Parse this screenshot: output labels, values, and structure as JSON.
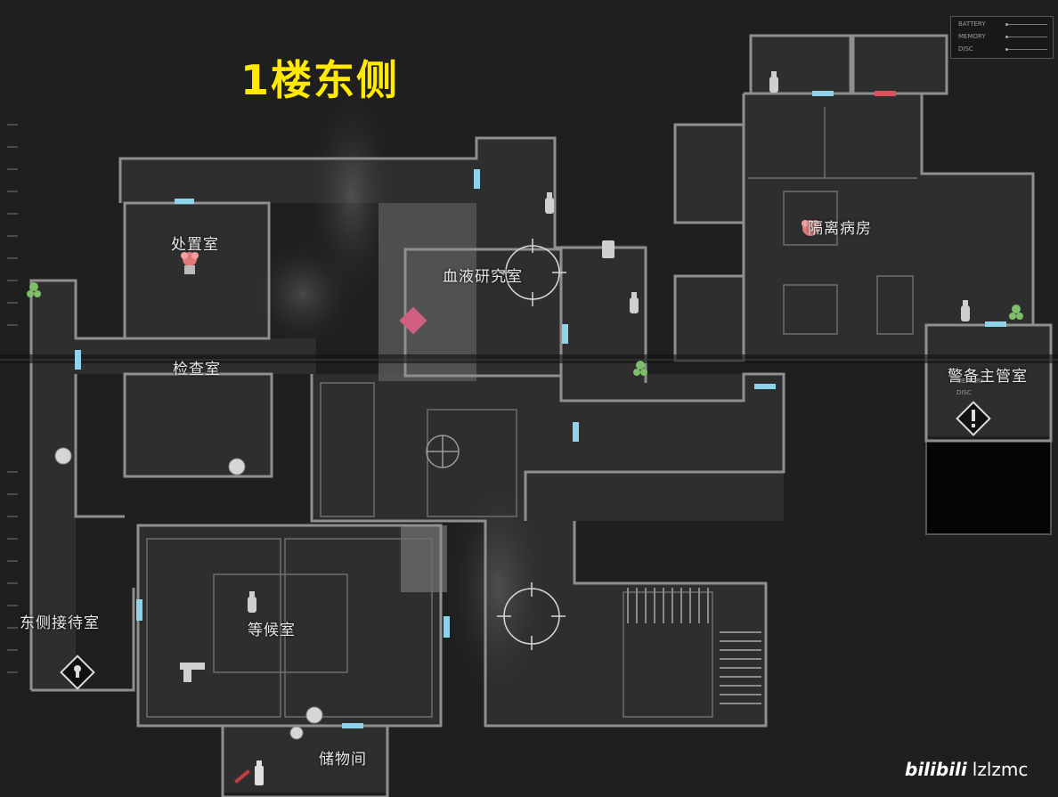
{
  "title": "1楼东侧",
  "status_panel": {
    "rows": [
      "BATTERY",
      "MEMORY",
      "DISC"
    ]
  },
  "rooms": {
    "disposal_room": "处置室",
    "exam_room": "检查室",
    "blood_lab": "血液研究室",
    "isolation_ward": "隔离病房",
    "guard_room": "警备主管室",
    "east_reception": "东侧接待室",
    "waiting_room": "等候室",
    "storage": "储物间"
  },
  "overlay_glitch": {
    "rows": [
      "MEMORY",
      "DISC"
    ]
  },
  "watermark": {
    "logo": "bilibili",
    "user": "lzlzmc"
  },
  "colors": {
    "background": "#1f1f1f",
    "wall": "#8f8f8f",
    "door_open": "#8fd3ea",
    "door_locked": "#e0505a",
    "title": "#ffea00"
  },
  "icons": [
    "spray-icon",
    "herb-icon",
    "coin-icon",
    "gun-icon",
    "lock-icon",
    "warning-icon",
    "bottle-icon",
    "target-icon",
    "flower-icon"
  ]
}
